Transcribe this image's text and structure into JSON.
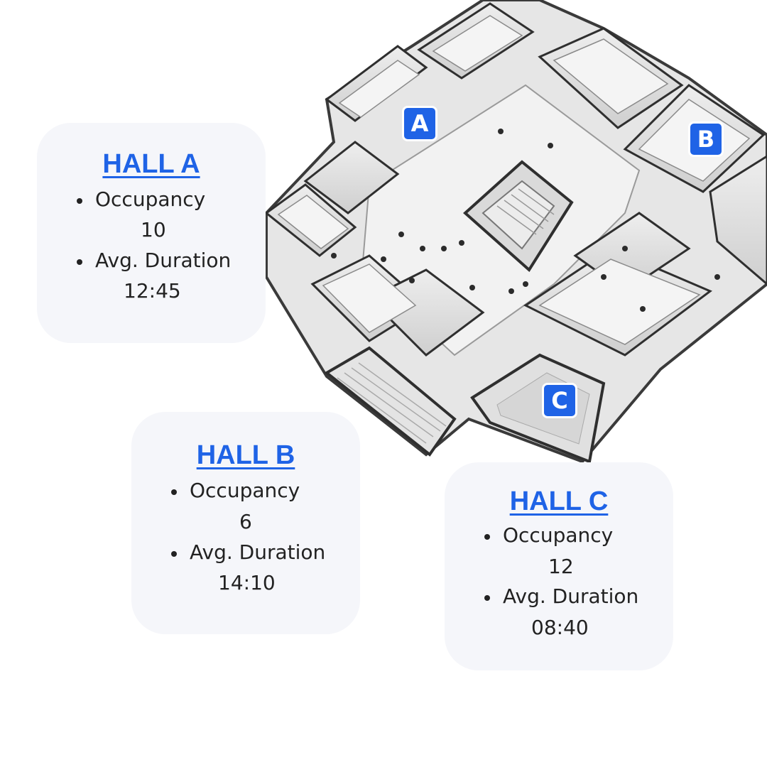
{
  "halls": [
    {
      "title": "HALL A",
      "marker": "A",
      "occupancy_label": "Occupancy",
      "occupancy": "10",
      "duration_label": "Avg. Duration",
      "duration": "12:45"
    },
    {
      "title": "HALL B",
      "marker": "B",
      "occupancy_label": "Occupancy",
      "occupancy": "6",
      "duration_label": "Avg. Duration",
      "duration": "14:10"
    },
    {
      "title": "HALL C",
      "marker": "C",
      "occupancy_label": "Occupancy",
      "occupancy": "12",
      "duration_label": "Avg. Duration",
      "duration": "08:40"
    }
  ],
  "colors": {
    "accent": "#1f63e6",
    "card_background": "#f5f6fa",
    "text": "#222222"
  }
}
